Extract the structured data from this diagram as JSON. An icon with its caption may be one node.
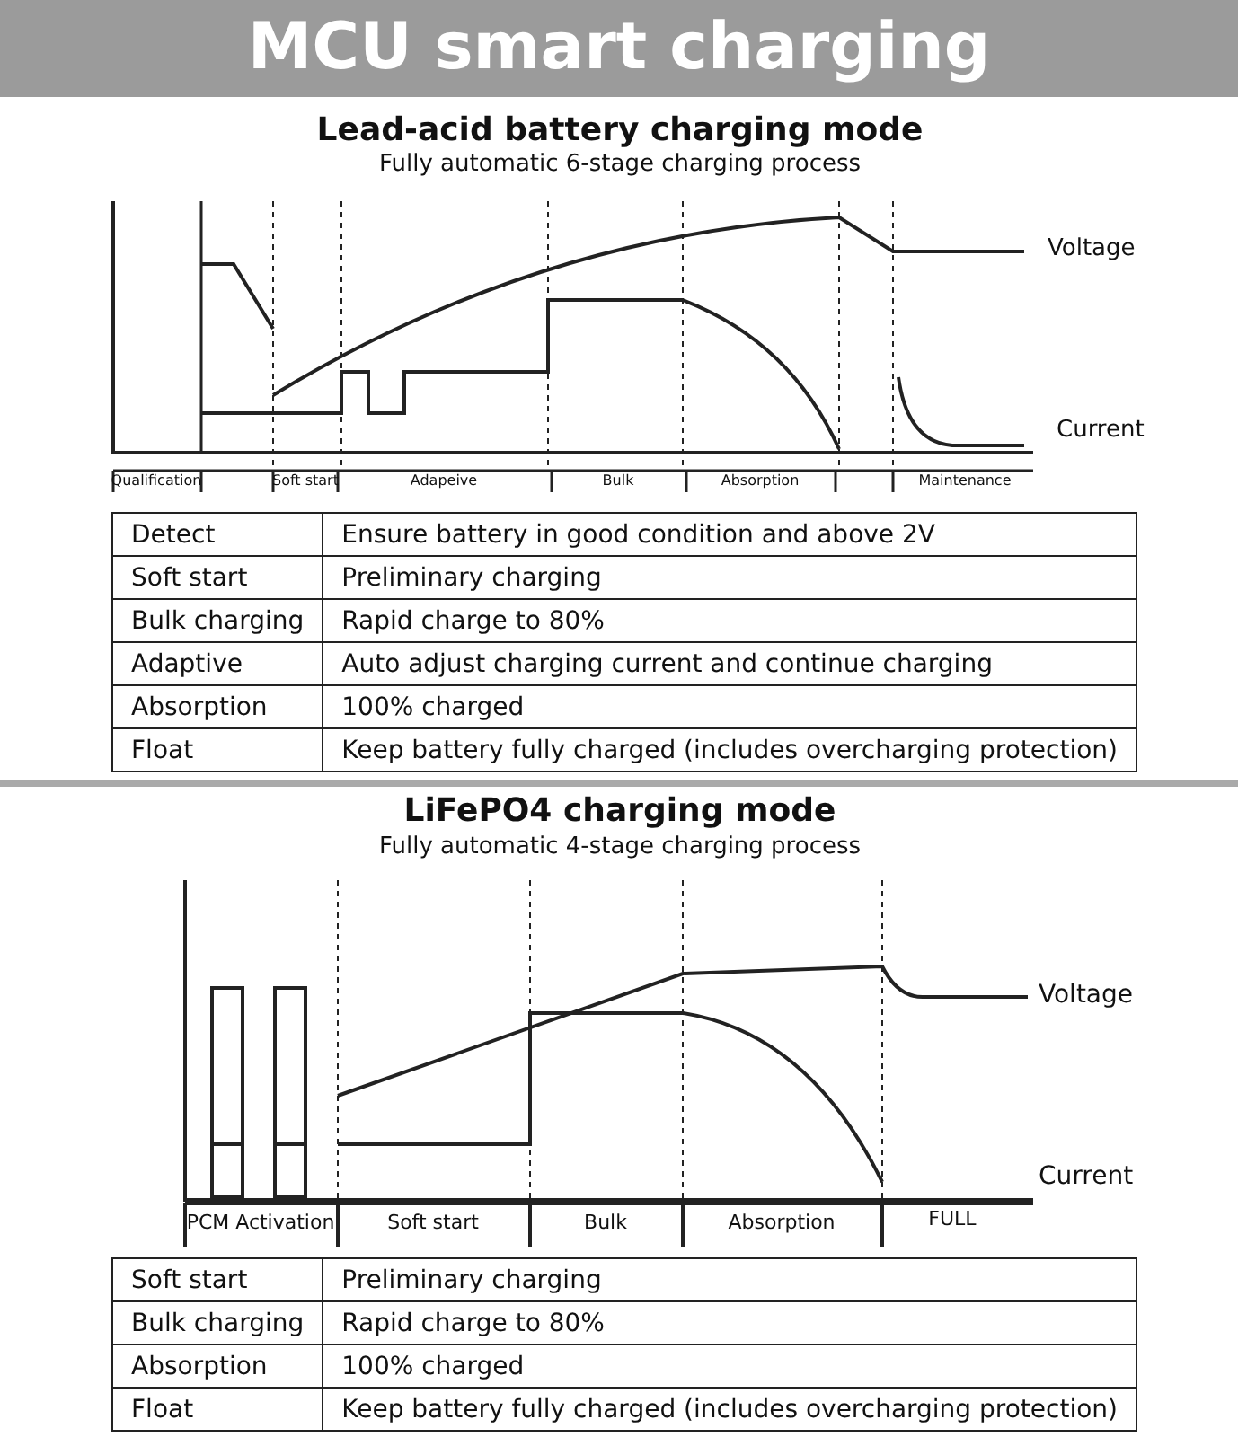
{
  "diagram": {
    "title": "MCU smart charging",
    "labels": [
      "Lead-acid battery charging mode",
      "Fully automatic 6-stage charging process",
      "Voltage",
      "Current",
      "Qualification",
      "Soft start",
      "Adapeive",
      "Bulk",
      "Absorption",
      "Maintenance",
      "Detect",
      "Ensure battery in good condition and above 2V",
      "Soft start",
      "Preliminary charging",
      "Bulk charging",
      "Rapid charge to 80%",
      "Adaptive",
      "Auto adjust charging current and continue charging",
      "Absorption",
      "100% charged",
      "Float",
      "Keep battery fully charged (includes overcharging protection)",
      "LiFePO4 charging mode",
      "Fully automatic 4-stage charging process",
      "Voltage",
      "Current",
      "PCM Activation",
      "Soft start",
      "Bulk",
      "Absorption",
      "FULL",
      "Soft start",
      "Preliminary charging",
      "Bulk charging",
      "Rapid charge to 80%",
      "Absorption",
      "100% charged",
      "Float",
      "Keep battery fully charged (includes overcharging protection)"
    ]
  }
}
